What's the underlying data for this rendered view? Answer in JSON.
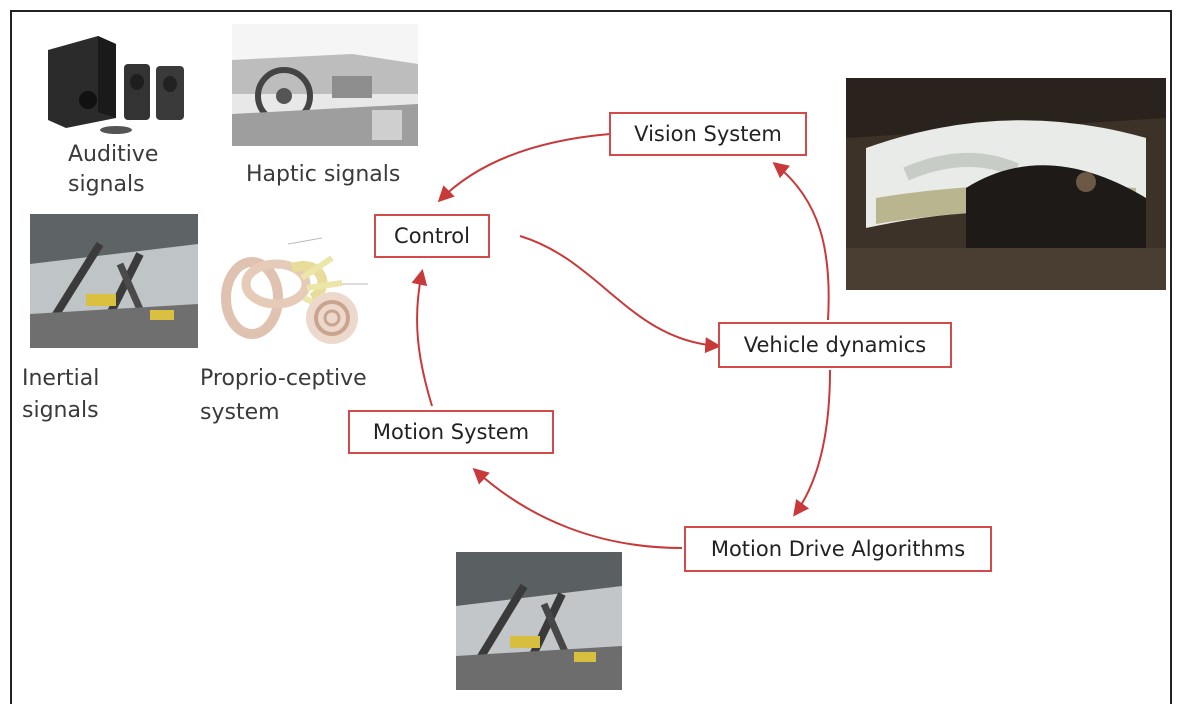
{
  "captions": {
    "auditive": [
      "Auditive",
      "signals"
    ],
    "haptic": "Haptic signals",
    "inertial": [
      "Inertial",
      "signals"
    ],
    "proprioceptive": [
      "Proprio-ceptive",
      "system"
    ]
  },
  "nodes": {
    "vision": "Vision System",
    "control": "Control",
    "vehicle": "Vehicle dynamics",
    "motion_system": "Motion System",
    "motion_drive": "Motion Drive Algorithms"
  },
  "colors": {
    "arrow": "#c83a3a",
    "node_border": "#d24a4a"
  },
  "images": [
    "speakers-photo",
    "car-interior-photo",
    "motion-platform-photo",
    "inner-ear-illustration",
    "simulator-screen-photo",
    "motion-platform-bottom-photo"
  ]
}
